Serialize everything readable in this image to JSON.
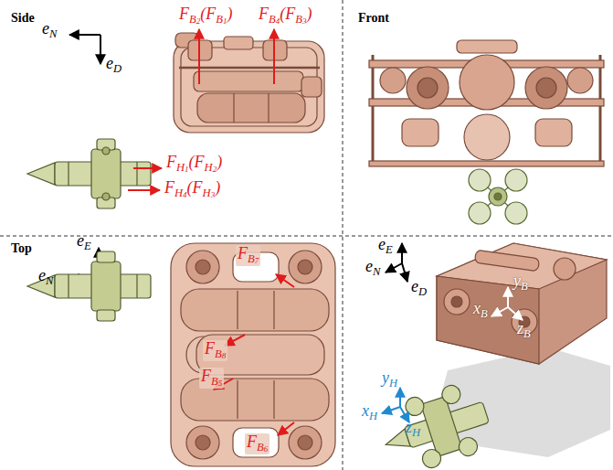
{
  "diagram": {
    "labels": [
      "Side",
      "FB2(FB1)",
      "FB4(FB3)",
      "Front",
      "eN",
      "eD",
      "FH1(FH2)",
      "FH4(FH3)",
      "Top",
      "eE",
      "eN",
      "FB7",
      "FB8",
      "FB5",
      "FB6",
      "eE",
      "eN",
      "eD",
      "yB",
      "xB",
      "zB",
      "yH",
      "xH",
      "zH"
    ]
  }
}
